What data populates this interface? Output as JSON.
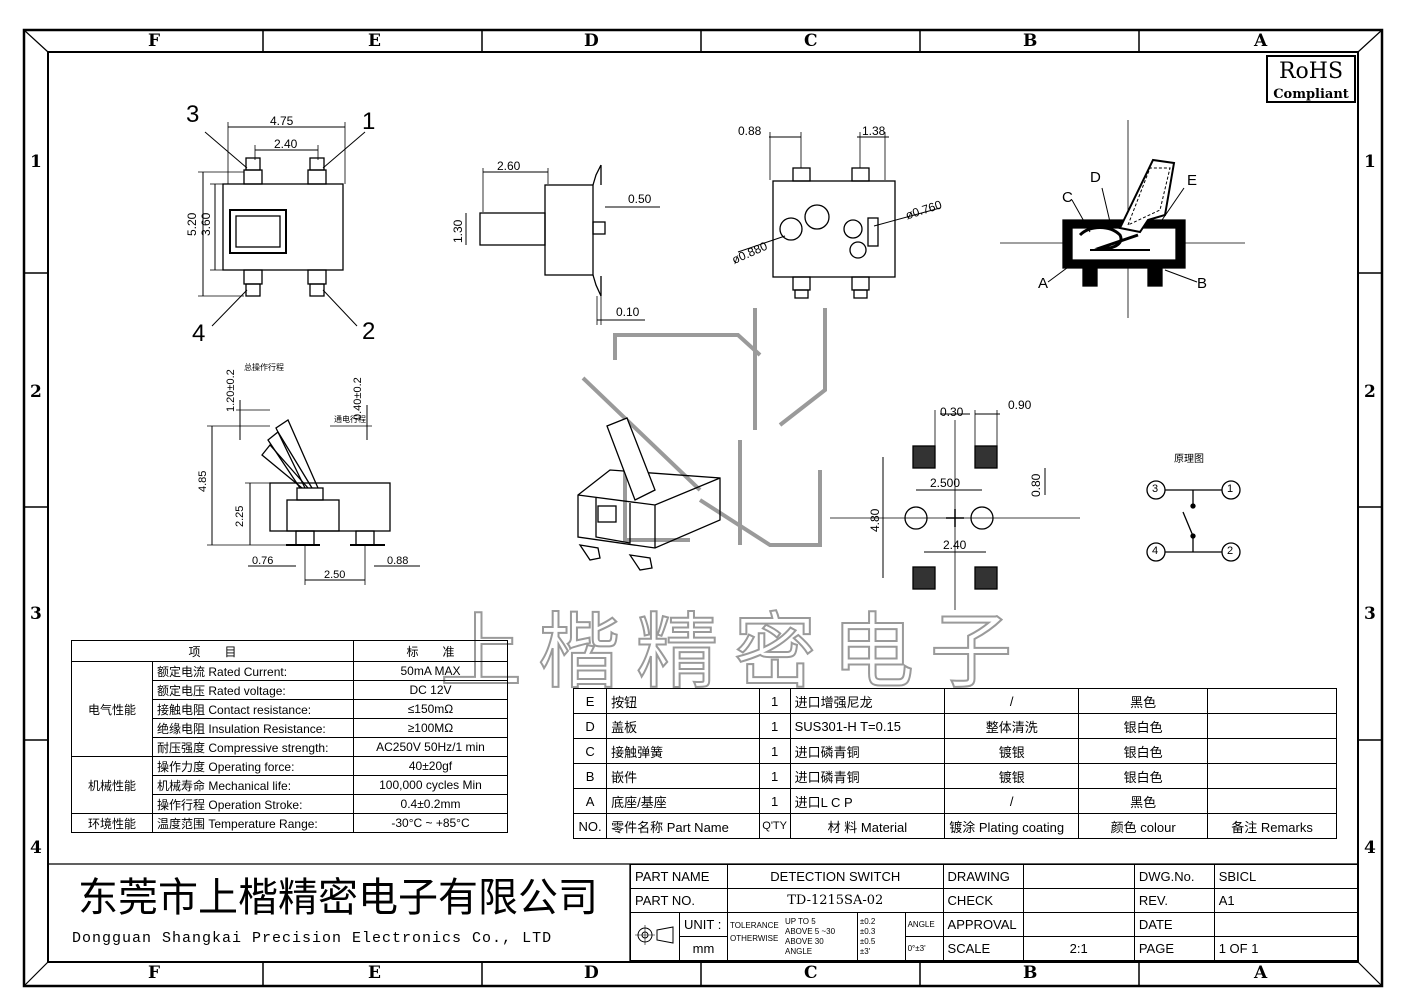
{
  "border": {
    "columns": [
      "F",
      "E",
      "D",
      "C",
      "B",
      "A"
    ],
    "rows": [
      "1",
      "2",
      "3",
      "4"
    ]
  },
  "rohs": {
    "title": "RoHS",
    "subtitle": "Compliant"
  },
  "watermark": "上楷精密电子",
  "views": {
    "top_view": {
      "dims": [
        "4.75",
        "2.40",
        "5.20",
        "3.60"
      ],
      "pins": [
        "3",
        "1",
        "4",
        "2"
      ]
    },
    "side_view": {
      "dims": [
        "2.60",
        "0.50",
        "1.30",
        "0.10"
      ]
    },
    "bottom_view": {
      "dims": [
        "0.88",
        "1.38",
        "ø0.880",
        "ø0.760"
      ]
    },
    "section_view": {
      "labels": [
        "D",
        "E",
        "C",
        "A",
        "B"
      ]
    },
    "front_view": {
      "dims": [
        "1.20±0.2",
        "0.40±0.2",
        "4.85",
        "2.25",
        "0.76",
        "2.50",
        "0.88"
      ],
      "notes": [
        "总操作行程",
        "通电行程"
      ]
    },
    "pcb_layout": {
      "dims": [
        "0.30",
        "0.90",
        "2.500",
        "0.80",
        "4.80",
        "2.40"
      ]
    },
    "schematic": {
      "title": "原理图",
      "pins": [
        "3",
        "1",
        "4",
        "2"
      ]
    }
  },
  "spec_table": {
    "header": {
      "item": "项　　目",
      "standard": "标　　准"
    },
    "groups": [
      {
        "group": "电气性能",
        "rows": [
          {
            "cn": "额定电流",
            "en": "Rated Current:",
            "value": "50mA MAX"
          },
          {
            "cn": "额定电压",
            "en": "Rated voltage:",
            "value": "DC 12V"
          },
          {
            "cn": "接触电阻",
            "en": "Contact resistance:",
            "value": "≤150mΩ"
          },
          {
            "cn": "绝缘电阻",
            "en": "Insulation Resistance:",
            "value": "≥100MΩ"
          },
          {
            "cn": "耐压强度",
            "en": "Compressive strength:",
            "value": "AC250V  50Hz/1 min"
          }
        ]
      },
      {
        "group": "机械性能",
        "rows": [
          {
            "cn": "操作力度",
            "en": "Operating force:",
            "value": "40±20gf"
          },
          {
            "cn": "机械寿命",
            "en": "Mechanical life:",
            "value": "100,000 cycles Min"
          },
          {
            "cn": "操作行程",
            "en": "Operation Stroke:",
            "value": "0.4±0.2mm"
          }
        ]
      },
      {
        "group": "环境性能",
        "rows": [
          {
            "cn": "温度范围",
            "en": "Temperature Range:",
            "value": "-30°C ~ +85°C"
          }
        ]
      }
    ]
  },
  "parts_table": {
    "rows": [
      {
        "no": "E",
        "name": "按钮",
        "qty": "1",
        "material": "进口增强尼龙",
        "plating": "/",
        "colour": "黑色",
        "remarks": ""
      },
      {
        "no": "D",
        "name": "盖板",
        "qty": "1",
        "material": "SUS301-H  T=0.15",
        "plating": "整体清洗",
        "colour": "银白色",
        "remarks": ""
      },
      {
        "no": "C",
        "name": "接触弹簧",
        "qty": "1",
        "material": "进口磷青铜",
        "plating": "镀银",
        "colour": "银白色",
        "remarks": ""
      },
      {
        "no": "B",
        "name": "嵌件",
        "qty": "1",
        "material": "进口磷青铜",
        "plating": "镀银",
        "colour": "银白色",
        "remarks": ""
      },
      {
        "no": "A",
        "name": "底座/基座",
        "qty": "1",
        "material": "进口L C P",
        "plating": "/",
        "colour": "黑色",
        "remarks": ""
      }
    ],
    "header": {
      "no": "NO.",
      "name": "零件名称  Part Name",
      "qty": "Q'TY",
      "material": "材 料  Material",
      "plating": "镀涂  Plating coating",
      "colour": "颜色   colour",
      "remarks": "备注  Remarks"
    }
  },
  "title_block": {
    "company_cn": "东莞市上楷精密电子有限公司",
    "company_en": "Dongguan Shangkai Precision Electronics Co., LTD",
    "part_name_label": "PART NAME",
    "part_name": "DETECTION SWITCH",
    "part_no_label": "PART NO.",
    "part_no": "TD-1215SA-02",
    "unit_label": "UNIT :",
    "unit": "mm",
    "tolerance_label": "TOLERANCE",
    "otherwise_label": "OTHERWISE",
    "tol_rows": [
      {
        "range": "UP TO 5",
        "tol": "±0.2"
      },
      {
        "range": "ABOVE 5 ~30",
        "tol": "±0.3"
      },
      {
        "range": "ABOVE 30",
        "tol": "±0.5"
      },
      {
        "range": "ANGLE",
        "tol": "±3'"
      }
    ],
    "angle_label": "ANGLE",
    "angle_value": "0°±3'",
    "drawing_label": "DRAWING",
    "check_label": "CHECK",
    "approval_label": "APPROVAL",
    "scale_label": "SCALE",
    "scale": "2:1",
    "dwg_no_label": "DWG.No.",
    "dwg_no": "SBICL",
    "rev_label": "REV.",
    "rev": "A1",
    "date_label": "DATE",
    "date": "",
    "page_label": "PAGE",
    "page": "1  OF  1"
  }
}
